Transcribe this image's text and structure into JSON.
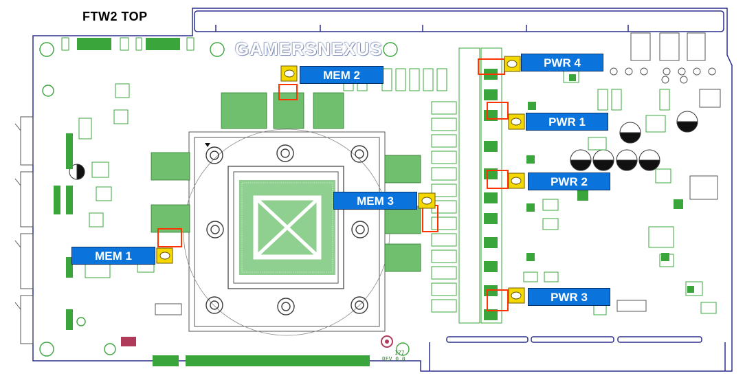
{
  "diagram": {
    "title": "FTW2 TOP",
    "logo": "GAMERSNEXUS",
    "labels": {
      "mem1": "MEM 1",
      "mem2": "MEM 2",
      "mem3": "MEM 3",
      "pwr1": "PWR 1",
      "pwr2": "PWR 2",
      "pwr3": "PWR 3",
      "pwr4": "PWR 4"
    },
    "rev_number": "177",
    "rev_text": "REV 0.0"
  },
  "colors": {
    "board_outline": "#2a2e8c",
    "trace_green": "#3aa53a",
    "highlight": "#ff3300",
    "marker_fill": "#f5d800",
    "label_blue": "#0a74dc"
  }
}
